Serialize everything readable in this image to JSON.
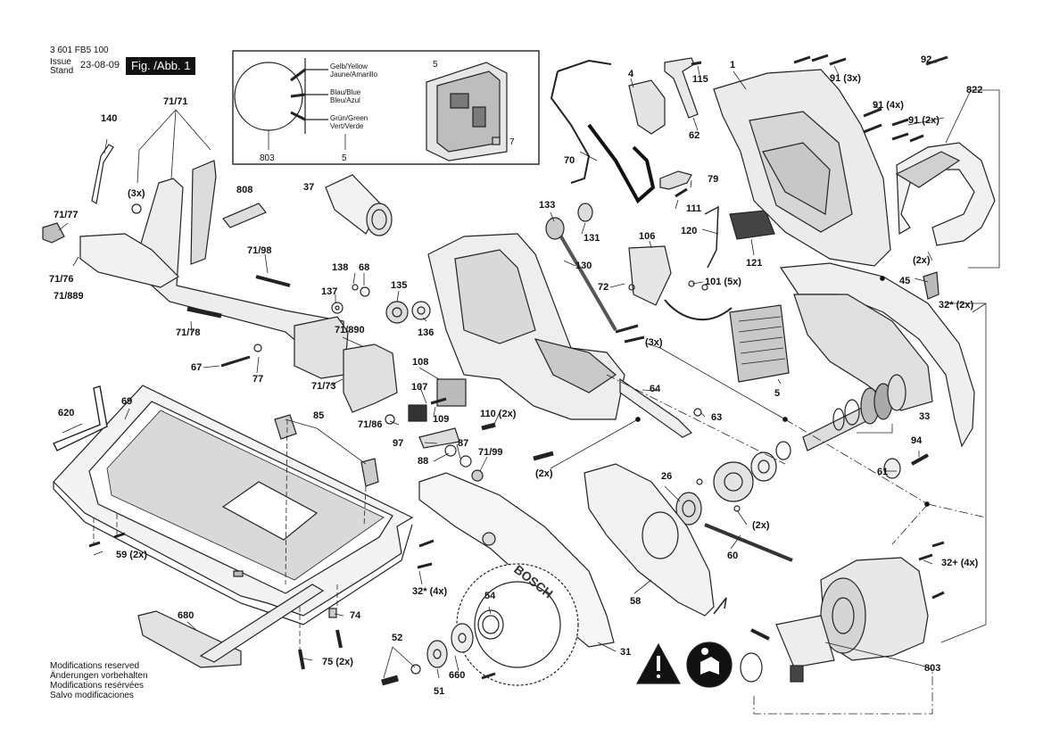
{
  "header": {
    "doc_number": "3 601 FB5 100",
    "issue_label": "Issue",
    "stand_label": "Stand",
    "date": "23-08-09",
    "figure": "Fig. /Abb. 1"
  },
  "inset": {
    "wire_labels": [
      [
        "Gelb/Yellow",
        "Jaune/Amarillo"
      ],
      [
        "Blau/Blue",
        "Bleu/Azul"
      ],
      [
        "Grün/Green",
        "Vert/Verde"
      ]
    ],
    "parts": [
      "803",
      "5",
      "5",
      "7"
    ]
  },
  "part_labels": [
    "140",
    "71/71",
    "71/77",
    "(3x)",
    "808",
    "37",
    "71/76",
    "71/889",
    "71/98",
    "138",
    "68",
    "137",
    "135",
    "136",
    "71/78",
    "71/890",
    "67",
    "77",
    "71/73",
    "108",
    "107",
    "109",
    "71/86",
    "97",
    "110 (2x)",
    "88",
    "87",
    "71/99",
    "(2x)",
    "64",
    "63",
    "133",
    "131",
    "130",
    "72",
    "106",
    "101 (5x)",
    "(3x)",
    "5",
    "120",
    "121",
    "70",
    "4",
    "62",
    "79",
    "111",
    "115",
    "1",
    "91 (3x)",
    "92",
    "822",
    "91 (4x)",
    "91 (2x)",
    "(2x)",
    "45",
    "32* (2x)",
    "33",
    "94",
    "61",
    "26",
    "(2x)",
    "60",
    "58",
    "52",
    "660",
    "51",
    "54",
    "31",
    "32* (4x)",
    "59 (2x)",
    "620",
    "69",
    "85",
    "680",
    "74",
    "75 (2x)",
    "32+ (4x)",
    "803"
  ],
  "footer": {
    "modifications": [
      "Modifications reserved",
      "Änderungen vorbehalten",
      "Modifications resérvées",
      "Salvo modificaciones"
    ]
  },
  "brand": "BOSCH"
}
